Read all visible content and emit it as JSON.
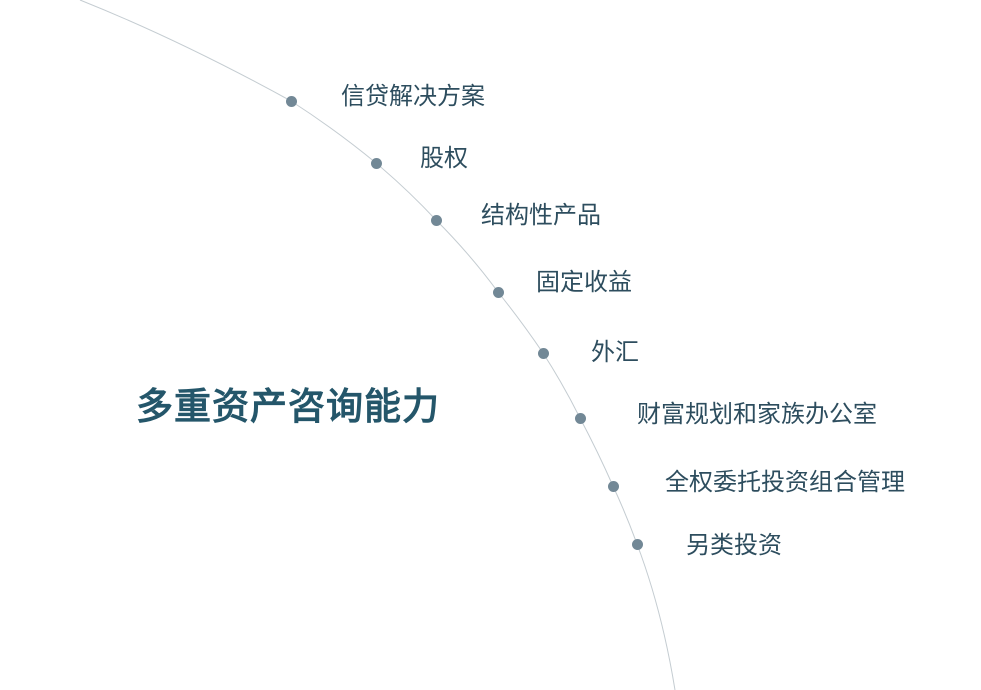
{
  "title": "多重资产咨询能力",
  "items": [
    {
      "label": "信贷解决方案"
    },
    {
      "label": "股权"
    },
    {
      "label": "结构性产品"
    },
    {
      "label": "固定收益"
    },
    {
      "label": "外汇"
    },
    {
      "label": "财富规划和家族办公室"
    },
    {
      "label": "全权委托投资组合管理"
    },
    {
      "label": "另类投资"
    }
  ],
  "colors": {
    "title": "#24566a",
    "text": "#2d4d5e",
    "dot": "#728896",
    "arc": "#c4ccd1"
  }
}
